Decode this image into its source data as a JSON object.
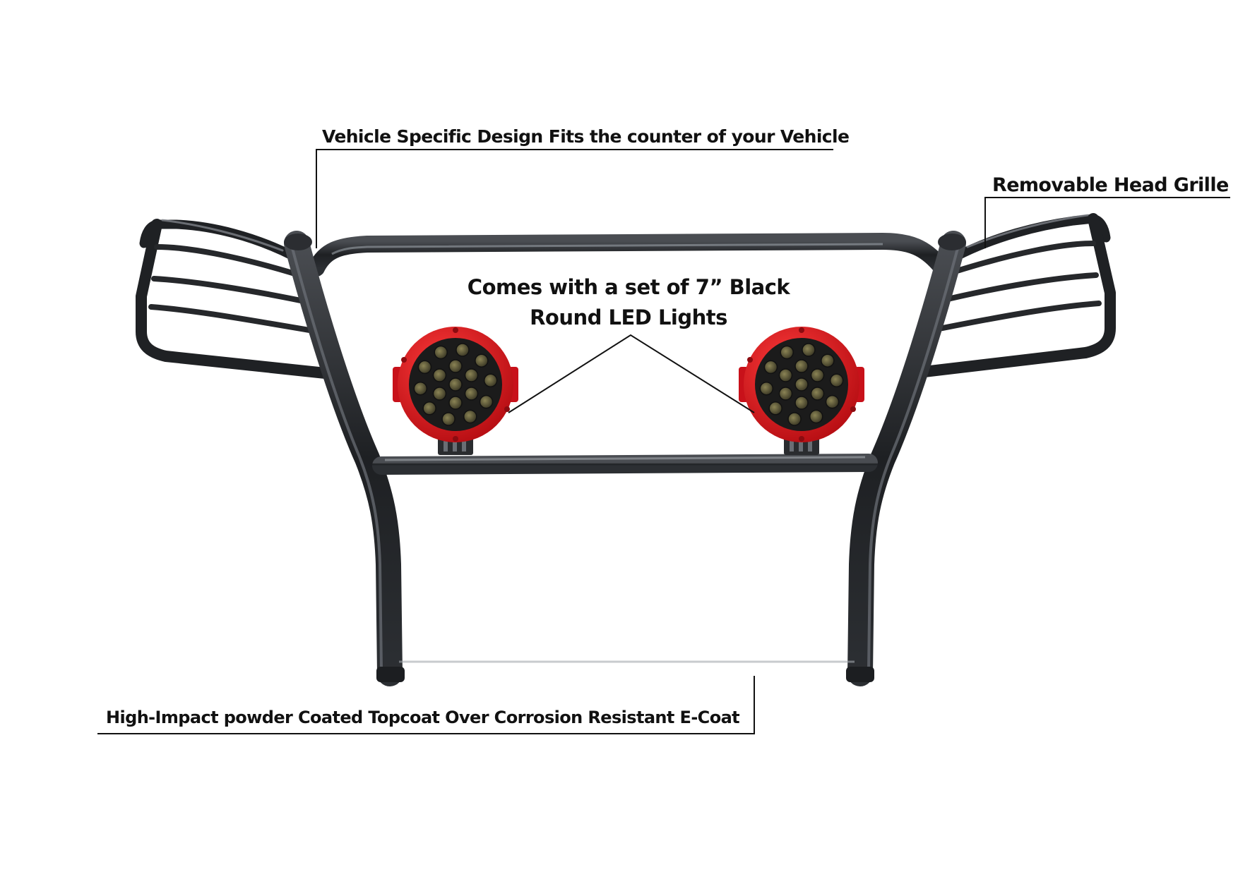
{
  "colors": {
    "background": "#ffffff",
    "tube": "#222427",
    "tube_highlight": "#5c6066",
    "light_housing": "#d8141b",
    "light_face": "#1c1c1c",
    "led_lens": "#6b6440",
    "leader_line": "#111111",
    "label_text": "#111111"
  },
  "callouts": {
    "vehicle_design": "Vehicle Specific Design Fits the counter of your Vehicle",
    "head_grille": "Removable Head Grille",
    "led_lights": "Comes with a set of 7” Black Round LED Lights",
    "coating": "High-Impact powder Coated Topcoat Over Corrosion Resistant E-Coat"
  },
  "product": {
    "subject": "black-tube-grille-guard",
    "light_count": 2,
    "led_count_per_light": 17
  }
}
